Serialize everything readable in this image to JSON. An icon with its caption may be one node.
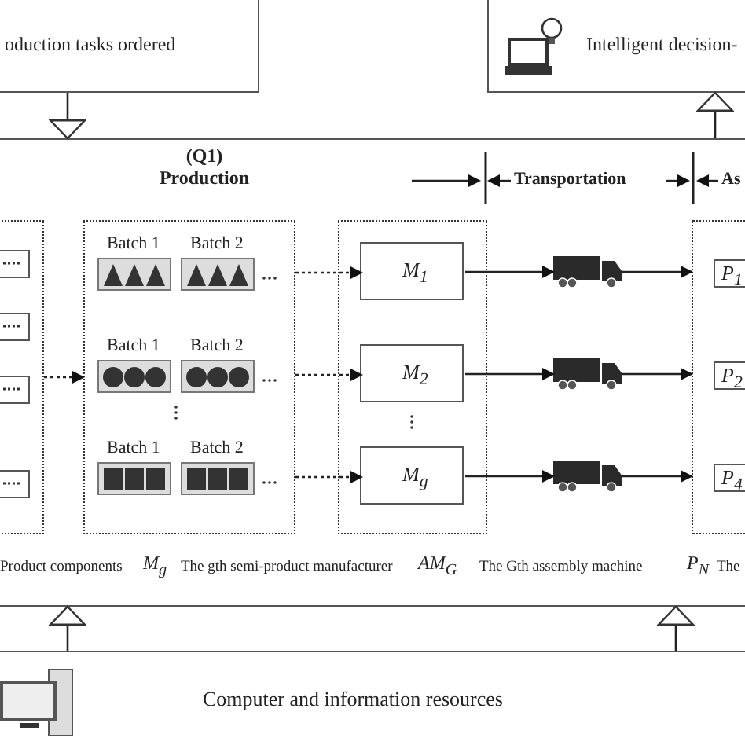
{
  "diagram": {
    "nodes": [
      {
        "text": [
          "oduction tasks ordered"
        ]
      },
      {
        "text": [
          "Intelligent decision-"
        ]
      },
      {
        "text": [],
        "shape": "box"
      },
      {
        "text": [],
        "shape": "box",
        "in": 2
      },
      {
        "text": [],
        "shape": "box",
        "in": 3
      },
      {
        "text": [],
        "shape": "box",
        "in": 3
      },
      {
        "text": [],
        "shape": "box",
        "in": 3
      },
      {
        "text": [],
        "shape": "box",
        "in": 3
      },
      {
        "text": [],
        "shape": "box",
        "in": 2
      },
      {
        "text": [
          "Batch 1"
        ],
        "in": 8
      },
      {
        "text": [
          "Batch 2"
        ],
        "in": 8
      },
      {
        "text": [
          "Batch 1"
        ],
        "in": 8
      },
      {
        "text": [
          "Batch 2"
        ],
        "in": 8
      },
      {
        "text": [
          "Batch 1"
        ],
        "in": 8
      },
      {
        "text": [
          "Batch 2"
        ],
        "in": 8
      },
      {
        "text": [],
        "shape": "box",
        "in": 2
      },
      {
        "text": [
          "M$_{1}$"
        ],
        "in": 15
      },
      {
        "text": [
          "M$_{2}$"
        ],
        "in": 15
      },
      {
        "text": [
          "M$_{g}$"
        ],
        "in": 15
      },
      {
        "text": [],
        "shape": "truck",
        "in": 2
      },
      {
        "text": [],
        "shape": "truck",
        "in": 2
      },
      {
        "text": [],
        "shape": "truck",
        "in": 2
      },
      {
        "text": [],
        "shape": "box",
        "in": 2
      },
      {
        "text": [
          "P$_{1}$"
        ],
        "in": 22
      },
      {
        "text": [
          "P$_{2}$"
        ],
        "in": 22
      },
      {
        "text": [
          "P$_{4}$"
        ],
        "in": 22
      },
      {
        "text": [
          "Computer and information resources"
        ]
      }
    ],
    "edges": [
      {
        "from": 0,
        "to": 2,
        "arrow": "to"
      },
      {
        "from": 2,
        "to": 1,
        "arrow": "to"
      },
      {
        "from": 26,
        "to": 2,
        "arrow": "to"
      },
      {
        "from": 26,
        "to": 2,
        "arrow": "to"
      },
      {
        "from": 3,
        "to": 8,
        "arrow": "to",
        "style": "dashed"
      },
      {
        "from": 8,
        "to": 16,
        "arrow": "to",
        "style": "dashed"
      },
      {
        "from": 8,
        "to": 17,
        "arrow": "to",
        "style": "dashed"
      },
      {
        "from": 8,
        "to": 18,
        "arrow": "to",
        "style": "dashed"
      },
      {
        "from": 16,
        "to": 19,
        "arrow": "to"
      },
      {
        "from": 19,
        "to": 22,
        "arrow": "to"
      },
      {
        "from": 17,
        "to": 20,
        "arrow": "to"
      },
      {
        "from": 20,
        "to": 22,
        "arrow": "to"
      },
      {
        "from": 18,
        "to": 21,
        "arrow": "to"
      },
      {
        "from": 21,
        "to": 22,
        "arrow": "to"
      }
    ],
    "labels": [
      "(Q1) Production",
      "Transportation",
      "As",
      "Product components",
      "M$_{g}$",
      "The gth semi-product manufacturer",
      "AM$_{G}$",
      "The Gth assembly machine",
      "P$_{N}$",
      "The"
    ]
  }
}
